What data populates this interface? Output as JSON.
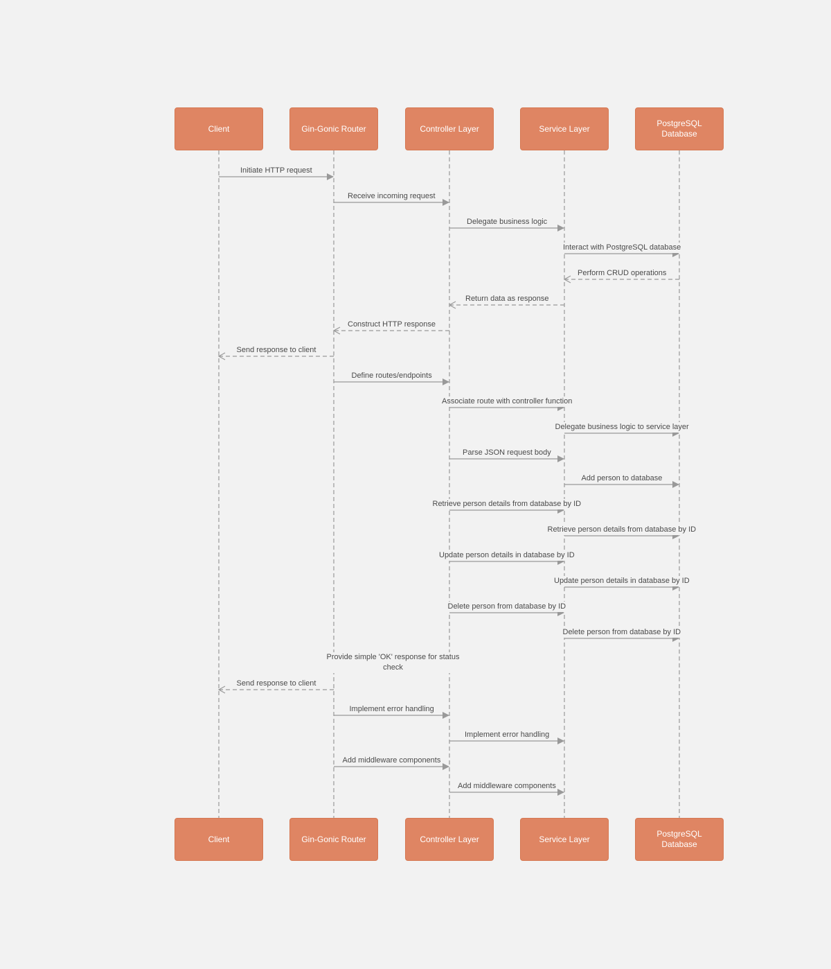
{
  "participants": [
    {
      "id": "client",
      "label": "Client"
    },
    {
      "id": "router",
      "label": "Gin-Gonic Router"
    },
    {
      "id": "controller",
      "label": "Controller Layer"
    },
    {
      "id": "service",
      "label": "Service Layer"
    },
    {
      "id": "database",
      "label": "PostgreSQL\nDatabase"
    }
  ],
  "messages": [
    {
      "from": "client",
      "to": "router",
      "label": "Initiate HTTP request",
      "type": "sync"
    },
    {
      "from": "router",
      "to": "controller",
      "label": "Receive incoming request",
      "type": "sync"
    },
    {
      "from": "controller",
      "to": "service",
      "label": "Delegate business logic",
      "type": "sync"
    },
    {
      "from": "service",
      "to": "database",
      "label": "Interact with PostgreSQL database",
      "type": "sync"
    },
    {
      "from": "database",
      "to": "service",
      "label": "Perform CRUD operations",
      "type": "reply"
    },
    {
      "from": "service",
      "to": "controller",
      "label": "Return data as response",
      "type": "reply"
    },
    {
      "from": "controller",
      "to": "router",
      "label": "Construct HTTP response",
      "type": "reply"
    },
    {
      "from": "router",
      "to": "client",
      "label": "Send response to client",
      "type": "reply"
    },
    {
      "from": "router",
      "to": "controller",
      "label": "Define routes/endpoints",
      "type": "sync"
    },
    {
      "from": "controller",
      "to": "service",
      "label": "Associate route with controller function",
      "type": "sync"
    },
    {
      "from": "service",
      "to": "database",
      "label": "Delegate business logic to service layer",
      "type": "sync"
    },
    {
      "from": "controller",
      "to": "service",
      "label": "Parse JSON request body",
      "type": "sync"
    },
    {
      "from": "service",
      "to": "database",
      "label": "Add person to database",
      "type": "sync"
    },
    {
      "from": "controller",
      "to": "service",
      "label": "Retrieve person details from database by ID",
      "type": "sync"
    },
    {
      "from": "service",
      "to": "database",
      "label": "Retrieve person details from database by ID",
      "type": "sync"
    },
    {
      "from": "controller",
      "to": "service",
      "label": "Update person details in database by ID",
      "type": "sync"
    },
    {
      "from": "service",
      "to": "database",
      "label": "Update person details in database by ID",
      "type": "sync"
    },
    {
      "from": "controller",
      "to": "service",
      "label": "Delete person from database by ID",
      "type": "sync"
    },
    {
      "from": "service",
      "to": "database",
      "label": "Delete person from database by ID",
      "type": "sync"
    },
    {
      "from": "controller",
      "to": "router",
      "label": "Provide simple 'OK' response for status check",
      "type": "reply"
    },
    {
      "from": "router",
      "to": "client",
      "label": "Send response to client",
      "type": "reply"
    },
    {
      "from": "router",
      "to": "controller",
      "label": "Implement error handling",
      "type": "sync"
    },
    {
      "from": "controller",
      "to": "service",
      "label": "Implement error handling",
      "type": "sync"
    },
    {
      "from": "router",
      "to": "controller",
      "label": "Add middleware components",
      "type": "sync"
    },
    {
      "from": "controller",
      "to": "service",
      "label": "Add middleware components",
      "type": "sync"
    }
  ],
  "colors": {
    "actor_fill": "#df8563",
    "actor_text": "#ffffff",
    "line": "#999999",
    "label_text": "#4a4a4a",
    "background": "#f2f2f2"
  }
}
